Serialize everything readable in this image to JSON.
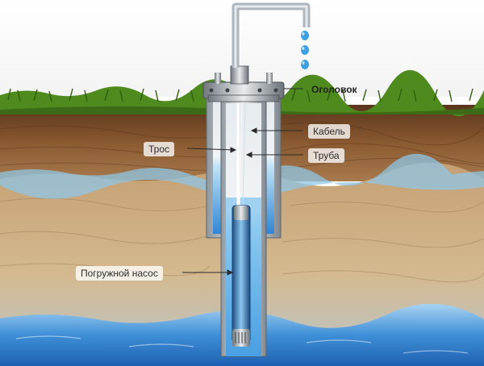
{
  "labels": {
    "head": "Оголовок",
    "cable": "Кабель",
    "rope": "Трос",
    "pipe": "Труба",
    "pump": "Погружной насос"
  },
  "colors": {
    "grass": "#4f8a1e",
    "soil_top": "#7a4e2a",
    "sand": "#c9a77c",
    "water": "#2f7fcf",
    "casing": "#cfd6dc",
    "pipe_water": "#5fb4ec"
  }
}
